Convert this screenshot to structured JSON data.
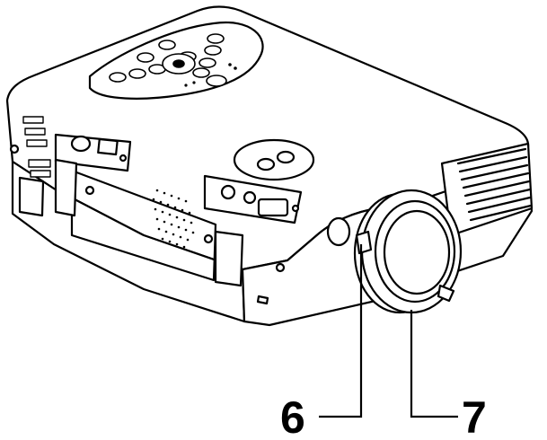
{
  "diagram": {
    "callouts": [
      {
        "id": "6",
        "label": "6"
      },
      {
        "id": "7",
        "label": "7"
      }
    ]
  },
  "colors": {
    "line": "#000000",
    "fill": "#ffffff"
  }
}
